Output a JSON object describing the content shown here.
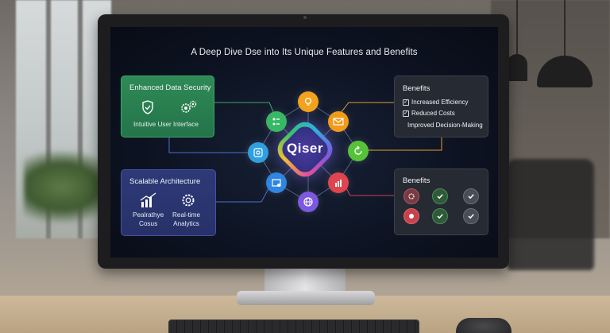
{
  "screen": {
    "title": "A Deep Dive Dse into Its Unique Features and Benefits",
    "center_label": "Qiser"
  },
  "panels": {
    "security": {
      "title": "Enhanced Data Security",
      "subtitle": "Intuitive User Interface"
    },
    "scalable": {
      "title": "Scalable Architecture",
      "item1": "Pealrathye\nCosus",
      "item2": "Real-time\nAnalytics"
    },
    "benefits_top": {
      "title": "Benefits",
      "items": [
        "Increased Efficiency",
        "Reduced Costs",
        "Improved Decision-Making"
      ]
    },
    "benefits_bottom": {
      "title": "Benefits"
    }
  },
  "colors": {
    "green": "#2e8a55",
    "navy": "#2d3a78",
    "orange": "#f2a21c",
    "teal": "#2fb0e0",
    "purple": "#7d58e0",
    "red": "#e0444f"
  },
  "icons": {
    "nodes": [
      "chart-node-icon",
      "lightbulb-icon",
      "mail-icon",
      "refresh-icon",
      "bar-chart-icon",
      "globe-icon",
      "dashboard-icon",
      "search-icon"
    ]
  }
}
